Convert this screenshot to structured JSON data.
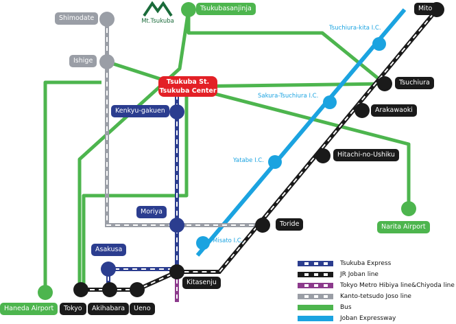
{
  "center": {
    "line1": "Tsukuba St.",
    "line2": "Tsukuba Center"
  },
  "mountain": {
    "name": "Mt.Tsukuba"
  },
  "stations": {
    "shimodate": "Shimodate",
    "ishige": "Ishige",
    "tsukubasanjinja": "Tsukubasanjinja",
    "mito": "Mito",
    "tsuchiura": "Tsuchiura",
    "arakawaoki": "Arakawaoki",
    "hitachi_no_ushiku": "Hitachi-no-Ushiku",
    "kenkyu_gakuen": "Kenkyu-gakuen",
    "moriya": "Moriya",
    "toride": "Toride",
    "narita_airport": "Narita Airport",
    "asakusa": "Asakusa",
    "kitasenju": "Kitasenju",
    "haneda_airport": "Haneda Airport",
    "tokyo": "Tokyo",
    "akihabara": "Akihabara",
    "ueno": "Ueno"
  },
  "interchanges": {
    "tsuchiura_kita": "Tsuchiura-kita I.C.",
    "sakura_tsuchiura": "Sakura-Tsuchiura I.C.",
    "yatabe": "Yatabe I.C.",
    "misato": "Misato I.C."
  },
  "legend": [
    {
      "label": "Tsukuba Express",
      "color": "#2b3d8f",
      "style": "dashed-white"
    },
    {
      "label": "JR Joban line",
      "color": "#1a1a1a",
      "style": "dashed-white"
    },
    {
      "label": "Tokyo Metro Hibiya line&Chiyoda line",
      "color": "#8c3a8c",
      "style": "dashed-white"
    },
    {
      "label": "Kanto-tetsudo Joso line",
      "color": "#9a9ea6",
      "style": "dashed-white"
    },
    {
      "label": "Bus",
      "color": "#4db54e",
      "style": "solid"
    },
    {
      "label": "Joban Expressway",
      "color": "#1ba3e0",
      "style": "solid"
    }
  ],
  "colors": {
    "tx": "#2b3d8f",
    "jr": "#1a1a1a",
    "metro": "#8c3a8c",
    "joso": "#9a9ea6",
    "bus": "#4db54e",
    "expressway": "#1ba3e0",
    "center": "#e32026"
  }
}
